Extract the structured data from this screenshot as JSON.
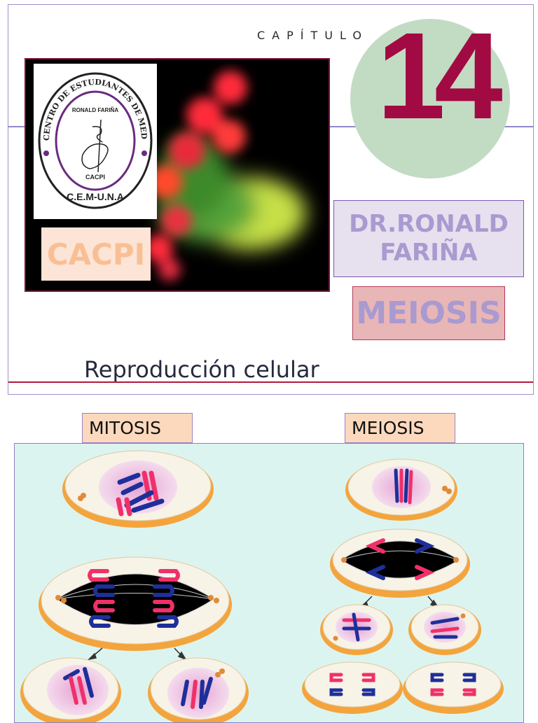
{
  "slide1": {
    "kicker": "CAPÍTULO",
    "chapter_number": "14",
    "logo": {
      "ring_text": "CENTRO DE ESTUDIANTES DE MEDICINA",
      "inner_top": "RONALD FARIÑA",
      "inner_bottom": "CACPI",
      "base_text": "C.E.M-U.N.A"
    },
    "cacpi_label": "CACPI",
    "doctor_line1": "DR.RONALD",
    "doctor_line2": "FARIÑA",
    "meiosis_label": "MEIOSIS",
    "subtitle": "Reproducción celular"
  },
  "slide2": {
    "mitosis_label": "MITOSIS",
    "meiosis_label": "MEIOSIS"
  },
  "colors": {
    "chapter_red": "#a20a43",
    "circle_green": "#c2dcc3",
    "chromosome_pink": "#f0306a",
    "chromosome_blue": "#1e2f9a",
    "cell_orange": "#f4a43c",
    "panel_bg": "#dcf4ef"
  }
}
